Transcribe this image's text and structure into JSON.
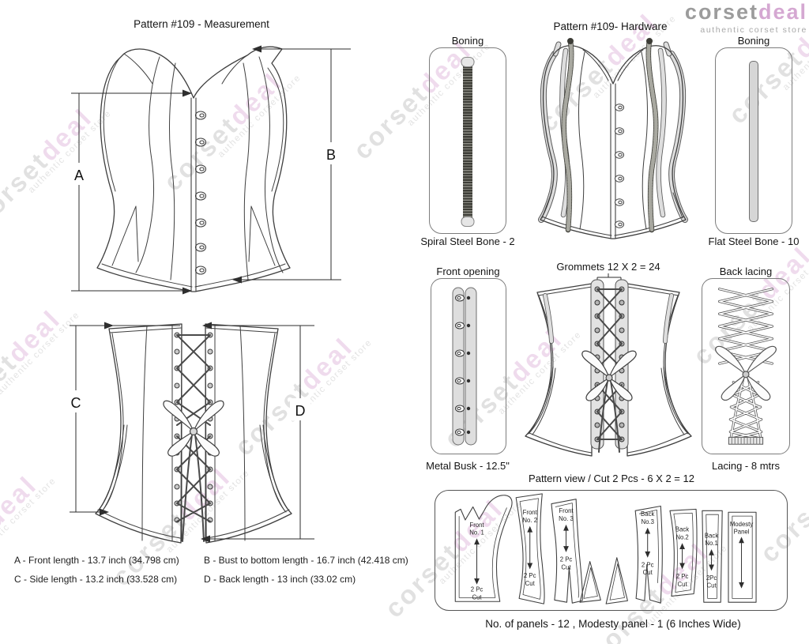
{
  "brand": {
    "name_gray": "corset",
    "name_pink": "deal",
    "tagline": "authentic corset store"
  },
  "watermark": {
    "part1": "corset",
    "part2": "deal",
    "tagline": "authentic corset store"
  },
  "colors": {
    "brand_gray": "#9c9c9c",
    "brand_pink": "#d5a8d2",
    "watermark_gray": "#c9c9c9",
    "watermark_pink": "#e3bfe0",
    "line": "#3f3f3f",
    "bone_gray": "#d6d6d6"
  },
  "measurement": {
    "title": "Pattern #109 -  Measurement",
    "labels": {
      "a": "A",
      "b": "B",
      "c": "C",
      "d": "D"
    },
    "specs": {
      "a": "A - Front length - 13.7 inch (34.798 cm)",
      "c": "C - Side length - 13.2 inch (33.528 cm)",
      "b": "B - Bust to bottom length - 16.7 inch (42.418 cm)",
      "d": "D - Back length - 13 inch (33.02 cm)"
    }
  },
  "hardware": {
    "title": "Pattern #109-  Hardware",
    "boning_left": "Boning",
    "boning_right": "Boning",
    "spiral_caption": "Spiral Steel Bone - 2",
    "flat_caption": "Flat Steel Bone - 10",
    "front_opening": "Front opening",
    "grommets": "Grommets 12 X 2 = 24",
    "back_lacing": "Back lacing",
    "busk_caption": "Metal Busk - 12.5\"",
    "lacing_caption": "Lacing - 8 mtrs"
  },
  "pattern": {
    "title": "Pattern view  /  Cut 2 Pcs - 6 X 2 = 12",
    "footer": "No. of panels - 12  , Modesty panel - 1 (6 Inches Wide)",
    "pieces": [
      {
        "line1": "Front",
        "line2": "No. 1",
        "cut1": "2 Pc",
        "cut2": "Cut"
      },
      {
        "line1": "Front",
        "line2": "No. 2",
        "cut1": "2 Pc",
        "cut2": "Cut"
      },
      {
        "line1": "Front",
        "line2": "No. 3",
        "cut1": "2 Pc",
        "cut2": "Cut"
      },
      {
        "line1": "Back",
        "line2": "No.3",
        "cut1": "2 Pc",
        "cut2": "Cut"
      },
      {
        "line1": "Back",
        "line2": "No.2",
        "cut1": "2 Pc",
        "cut2": "Cut"
      },
      {
        "line1": "Back",
        "line2": "No.1",
        "cut1": "2Pc",
        "cut2": "Cut"
      },
      {
        "line1": "Modesty",
        "line2": "Panel",
        "cut1": "",
        "cut2": ""
      }
    ]
  }
}
